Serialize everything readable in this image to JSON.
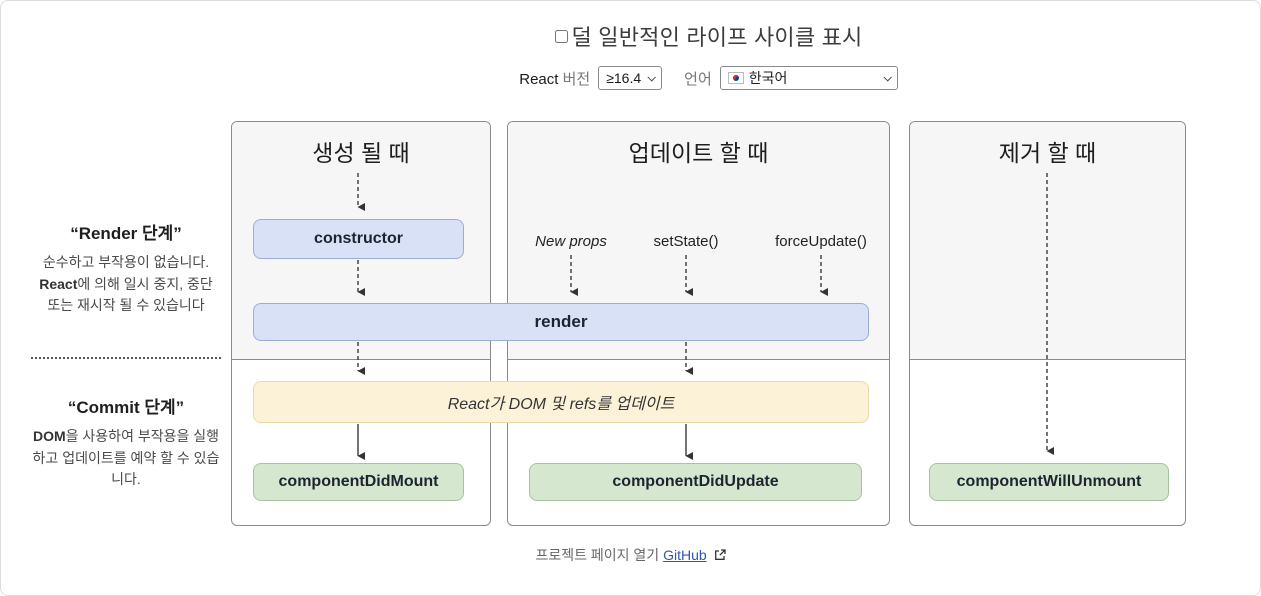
{
  "header": {
    "checkbox_checked": false,
    "title": "덜 일반적인 라이프 사이클 표시"
  },
  "options": {
    "react_label": "React",
    "version_label": "버전",
    "version_value": "≥16.4",
    "language_label": "언어",
    "language_flag_icon": "korea-flag",
    "language_value": "한국어"
  },
  "side_panel": {
    "render_phase": {
      "title": "“Render 단계”",
      "desc_pre": "순수하고 부작용이 없습니다. ",
      "desc_bold": "React",
      "desc_post": "에 의해 일시 중지, 중단 또는 재시작 될 수 있습니다"
    },
    "commit_phase": {
      "title": "“Commit 단계”",
      "desc_bold": "DOM",
      "desc_post": "을 사용하여 부작용을 실행하고 업데이트를 예약 할 수 있습니다."
    }
  },
  "diagram": {
    "mounting": {
      "title": "생성 될 때",
      "constructor_label": "constructor",
      "did_mount_label": "componentDidMount"
    },
    "updating": {
      "title": "업데이트 할 때",
      "triggers": [
        "New props",
        "setState()",
        "forceUpdate()"
      ],
      "render_label": "render",
      "did_update_label": "componentDidUpdate"
    },
    "unmounting": {
      "title": "제거 할 때",
      "will_unmount_label": "componentWillUnmount"
    },
    "dom_update_label": "React가 DOM 및 refs를 업데이트"
  },
  "footer": {
    "text": "프로젝트 페이지 열기 ",
    "link_label": "GitHub"
  },
  "colors": {
    "node_blue_bg": "#d9e1f6",
    "node_blue_border": "#9aabde",
    "node_green_bg": "#d6e7d0",
    "node_green_border": "#a4c59b",
    "node_yellow_bg": "#fbf2d8",
    "node_yellow_border": "#ecd9a5",
    "phase_top_bg": "#f6f6f6",
    "column_border": "#8b8b8b",
    "link_blue": "#3355b0"
  }
}
